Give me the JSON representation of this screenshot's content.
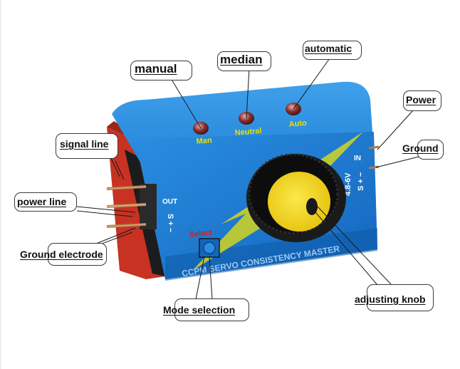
{
  "device": {
    "led_labels": {
      "man": "Man",
      "neutral": "Neutral",
      "auto": "Auto"
    },
    "input": {
      "voltage": "4.8-6V",
      "in": "IN",
      "pins": "S + −"
    },
    "output": {
      "out": "OUT",
      "pins": "S + −"
    },
    "select_label": "Select",
    "brand_text": "CCPM SERVO CONSISTENCY MASTER",
    "colors": {
      "body_blue": "#1f7fd6",
      "body_dark": "#0f5aa8",
      "side_red": "#c73222",
      "bolt_yellow": "#d9d92a",
      "knob_yellow": "#f2dd1c",
      "led_label_yellow": "#e8e000"
    }
  },
  "annotations": {
    "manual": "manual",
    "median": "median",
    "automatic": "automatic",
    "power": "Power",
    "ground": "Ground",
    "signal_line": "signal line",
    "power_line": "power line",
    "ground_electrode": "Ground electrode",
    "mode_selection": "Mode selection",
    "adjusting_knob": "adjusting knob"
  }
}
